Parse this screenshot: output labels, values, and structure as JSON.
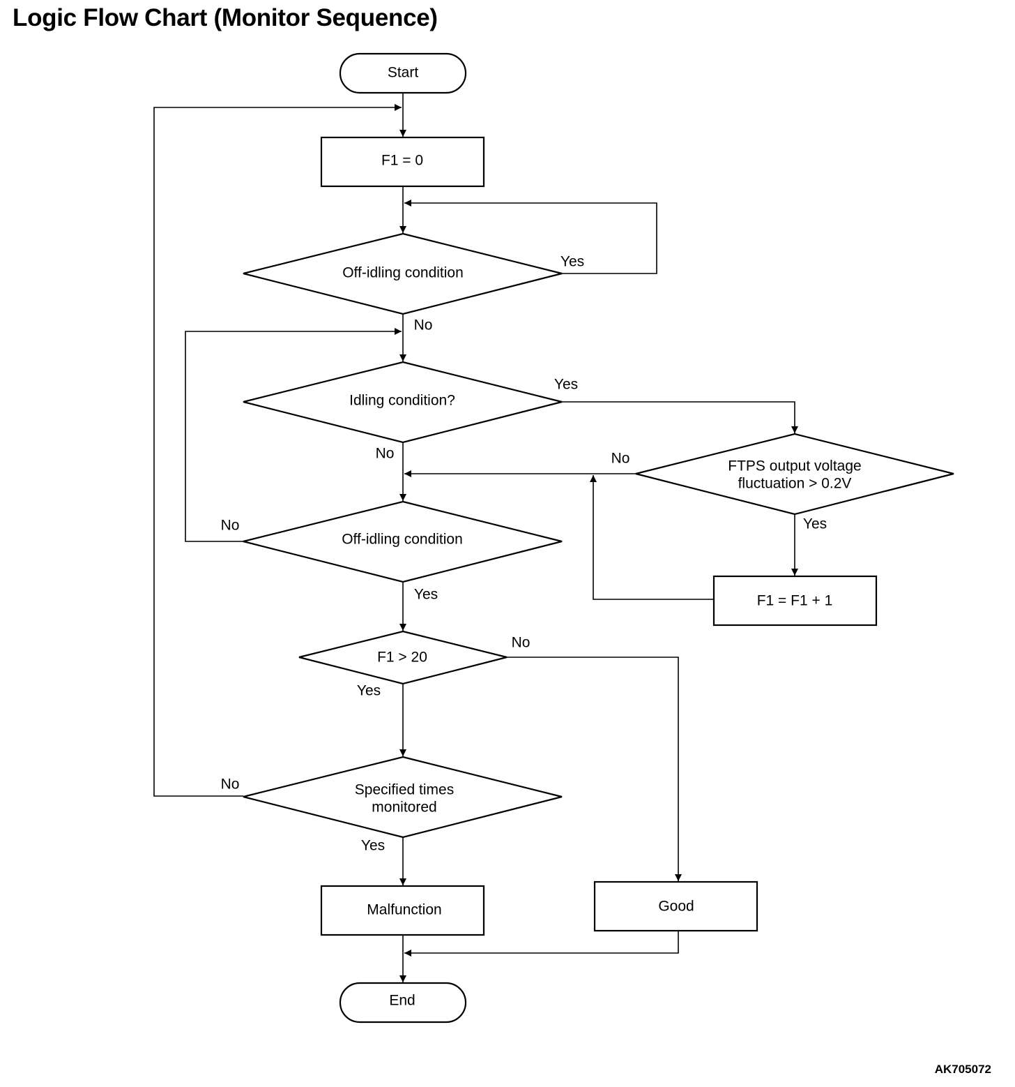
{
  "title": "Logic Flow Chart (Monitor Sequence)",
  "figure_code": "AK705072",
  "nodes": {
    "start": "Start",
    "f1_reset": "F1 = 0",
    "off_idling_1": "Off-idling condition",
    "idling": "Idling condition?",
    "ftps_line1": "FTPS output voltage",
    "ftps_line2": "fluctuation > 0.2V",
    "f1_increment": "F1 = F1 + 1",
    "off_idling_2": "Off-idling condition",
    "f1_threshold": "F1 > 20",
    "specified_line1": "Specified times",
    "specified_line2": "monitored",
    "malfunction": "Malfunction",
    "good": "Good",
    "end": "End"
  },
  "edges": {
    "off_idling_1_yes": "Yes",
    "off_idling_1_no": "No",
    "idling_yes": "Yes",
    "idling_no": "No",
    "ftps_no": "No",
    "ftps_yes": "Yes",
    "off_idling_2_no": "No",
    "off_idling_2_yes": "Yes",
    "f1_threshold_no": "No",
    "f1_threshold_yes": "Yes",
    "specified_no": "No",
    "specified_yes": "Yes"
  }
}
